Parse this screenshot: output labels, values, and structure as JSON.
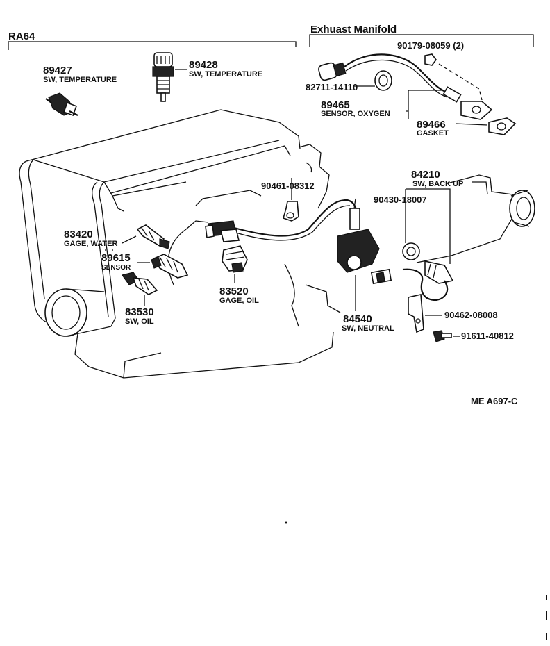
{
  "sections": {
    "left": "RA64",
    "right": "Exhuast Manifold"
  },
  "parts": {
    "p89427": {
      "num": "89427",
      "desc": "SW, TEMPERATURE"
    },
    "p89428": {
      "num": "89428",
      "desc": "SW, TEMPERATURE"
    },
    "p90179": {
      "num": "90179-08059 (2)"
    },
    "p82711": {
      "num": "82711-14110"
    },
    "p89465": {
      "num": "89465",
      "desc": "SENSOR, OXYGEN"
    },
    "p89466": {
      "num": "89466",
      "desc": "GASKET"
    },
    "p90461": {
      "num": "90461-08312"
    },
    "p84210": {
      "num": "84210",
      "desc": "SW, BACK UP"
    },
    "p90430": {
      "num": "90430-18007"
    },
    "p83420": {
      "num": "83420",
      "desc": "GAGE, WATER"
    },
    "p89615": {
      "num": "89615",
      "desc": "SENSOR"
    },
    "p83530": {
      "num": "83530",
      "desc": "SW, OIL"
    },
    "p83520": {
      "num": "83520",
      "desc": "GAGE, OIL"
    },
    "p84540": {
      "num": "84540",
      "desc": "SW, NEUTRAL"
    },
    "p90462": {
      "num": "90462-08008"
    },
    "p91611": {
      "num": "91611-40812"
    }
  },
  "figure_ref": "ME  A697-C"
}
